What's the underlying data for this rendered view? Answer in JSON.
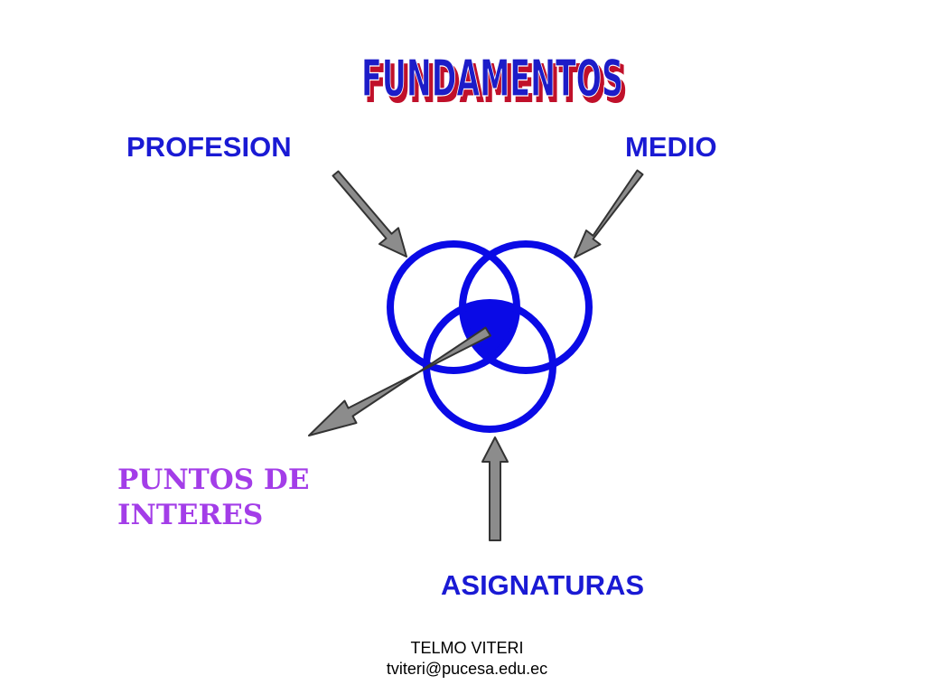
{
  "slide": {
    "title": "FUNDAMENTOS",
    "labels": {
      "profesion": "PROFESION",
      "medio": "MEDIO",
      "asignaturas": "ASIGNATURAS",
      "puntos_de_interes": "PUNTOS DE\nINTERES"
    },
    "footer": {
      "author": "TELMO VITERI",
      "email": "tviteri@pucesa.edu.ec"
    }
  },
  "colors": {
    "circle_stroke": "#0a0ae6",
    "intersection_fill": "#0a0ae6",
    "arrow_fill": "#8c8c8c",
    "label_blue": "#1a1ad4",
    "label_purple": "#a33de8",
    "title_fill": "#1c1cc8",
    "title_shadow": "#c0102a"
  }
}
